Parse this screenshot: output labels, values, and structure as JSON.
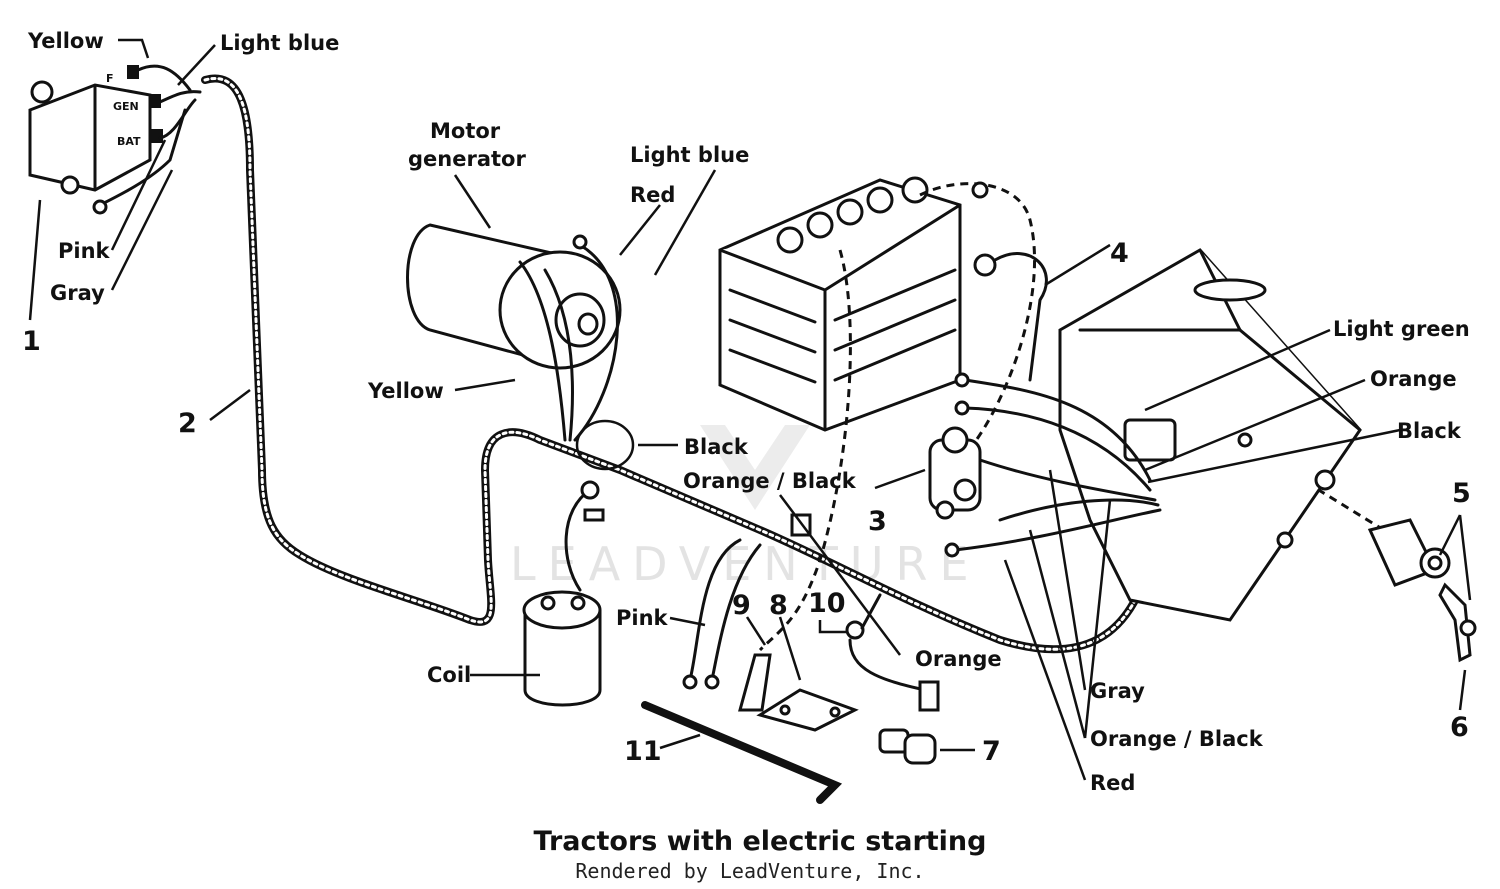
{
  "labels": {
    "yellow_top": "Yellow",
    "light_blue_top": "Light blue",
    "pink_left": "Pink",
    "gray_left": "Gray",
    "motor_line1": "Motor",
    "motor_line2": "generator",
    "light_blue_mid": "Light blue",
    "red_mid": "Red",
    "yellow_mid": "Yellow",
    "black_mid": "Black",
    "orange_black_mid": "Orange / Black",
    "pink_low": "Pink",
    "coil": "Coil",
    "orange_low": "Orange",
    "light_green": "Light green",
    "orange_right": "Orange",
    "black_right": "Black",
    "gray_low": "Gray",
    "orange_black_low": "Orange / Black",
    "red_low": "Red"
  },
  "terminals": {
    "f": "F",
    "gen": "GEN",
    "bat": "BAT"
  },
  "callouts": [
    "1",
    "2",
    "3",
    "4",
    "5",
    "6",
    "7",
    "8",
    "9",
    "10",
    "11"
  ],
  "caption": "Tractors with electric starting",
  "credit": "Rendered by LeadVenture, Inc.",
  "watermark": "LEADVENTURE"
}
